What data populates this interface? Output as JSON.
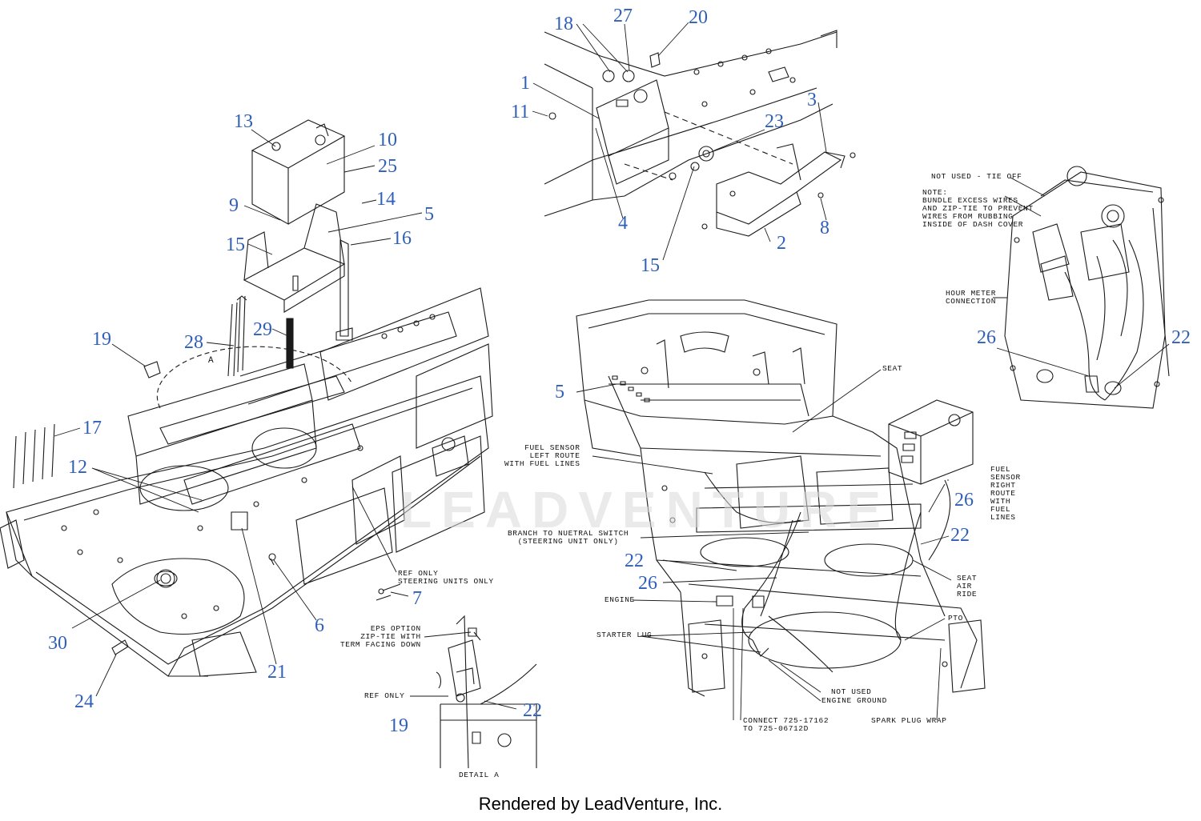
{
  "callouts": {
    "c1": "1",
    "c2": "2",
    "c3": "3",
    "c4": "4",
    "c5a": "5",
    "c5b": "5",
    "c6": "6",
    "c7": "7",
    "c8": "8",
    "c9": "9",
    "c10": "10",
    "c11": "11",
    "c12": "12",
    "c13": "13",
    "c14": "14",
    "c15a": "15",
    "c15b": "15",
    "c16": "16",
    "c17": "17",
    "c18": "18",
    "c19a": "19",
    "c19b": "19",
    "c20": "20",
    "c21": "21",
    "c22a": "22",
    "c22b": "22",
    "c22c": "22",
    "c22d": "22",
    "c23": "23",
    "c24": "24",
    "c25": "25",
    "c26a": "26",
    "c26b": "26",
    "c26c": "26",
    "c27": "27",
    "c28": "28",
    "c29": "29",
    "c30": "30"
  },
  "notes": {
    "detail_ref_a": "A",
    "not_used_tie_off": "NOT USED - TIE OFF",
    "bundle_note": "NOTE:\nBUNDLE EXCESS WIRES\nAND ZIP-TIE TO PREVENT\nWIRES FROM RUBBING\nINSIDE OF DASH COVER",
    "hour_meter": "HOUR METER\nCONNECTION",
    "seat": "SEAT",
    "fuel_sensor_left": "FUEL SENSOR\nLEFT ROUTE\nWITH FUEL LINES",
    "fuel_sensor_right": "FUEL\nSENSOR\nRIGHT\nROUTE\nWITH\nFUEL\nLINES",
    "branch_neutral": "BRANCH TO NUETRAL SWITCH\n(STEERING UNIT ONLY)",
    "ref_only_steering": "REF ONLY\nSTEERING UNITS ONLY",
    "eps_option": "EPS OPTION\nZIP-TIE WITH\nTERM FACING DOWN",
    "ref_only": "REF ONLY",
    "detail_a": "DETAIL A",
    "engine": "ENGINE",
    "starter_lug": "STARTER LUG",
    "seat_air_ride": "SEAT\nAIR\nRIDE",
    "pto": "PTO",
    "not_used": "NOT USED",
    "engine_ground": "ENGINE GROUND",
    "connect_parts": "CONNECT 725-17162\nTO 725-06712D",
    "spark_plug_wrap": "SPARK PLUG WRAP"
  },
  "footer": "Rendered by LeadVenture, Inc.",
  "colors": {
    "callout": "#2f5fb8",
    "line": "#1a1a1a",
    "watermark": "#dadada"
  }
}
